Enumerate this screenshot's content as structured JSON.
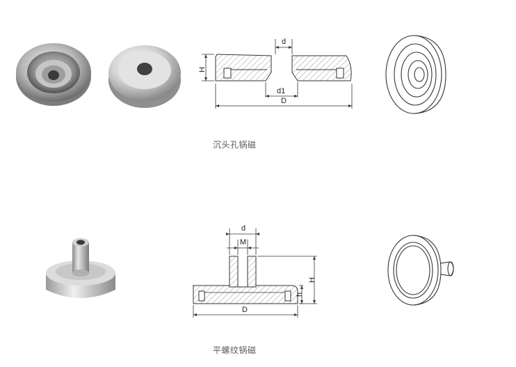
{
  "sections": [
    {
      "caption": "沉头孔锅磁",
      "drawing_labels": {
        "d": "d",
        "d1": "d1",
        "D": "D",
        "H": "H"
      }
    },
    {
      "caption": "平螺纹锅磁",
      "drawing_labels": {
        "d": "d",
        "M": "M",
        "D": "D",
        "h": "h",
        "H": "H"
      }
    }
  ]
}
